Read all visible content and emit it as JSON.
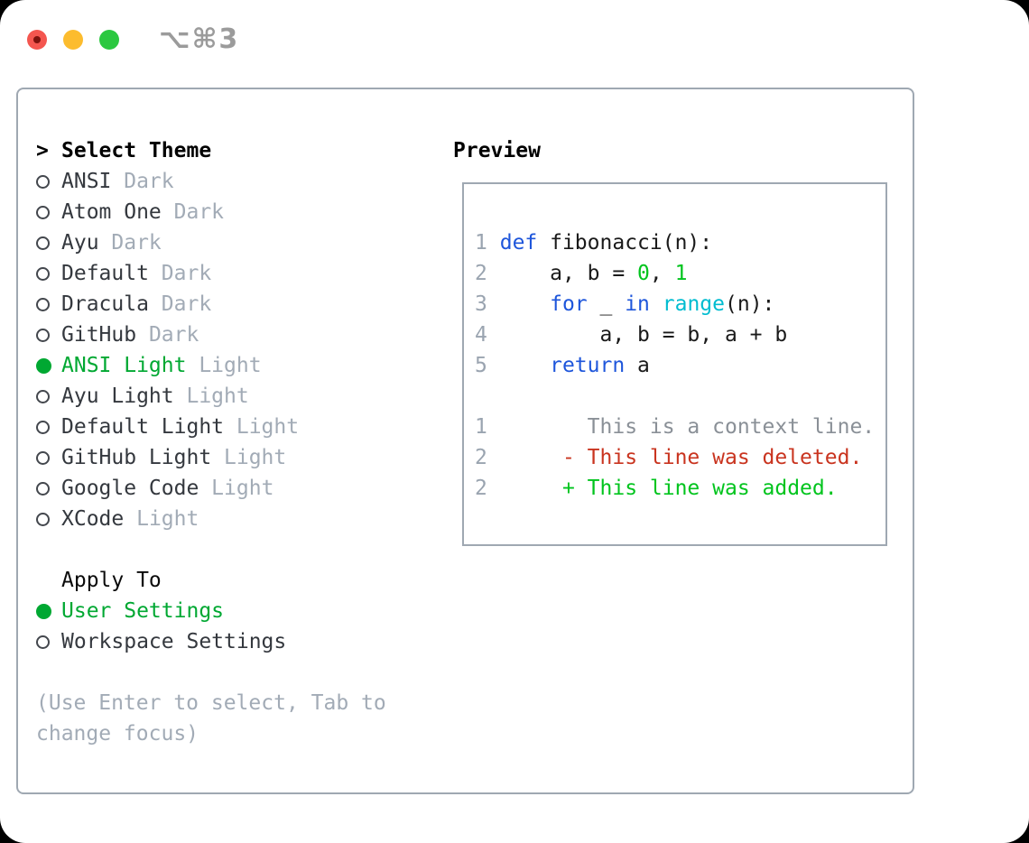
{
  "titlebar": {
    "shortcut": "⌥⌘3",
    "colors": {
      "close": "#f4564f",
      "close_dot": "#7d120d",
      "minimize": "#fcbc2e",
      "zoom": "#2bc840"
    }
  },
  "theme_panel": {
    "prompt": ">",
    "title": "Select Theme",
    "selected_color": "#00a832",
    "themes": [
      {
        "name": "ANSI",
        "variant": "Dark",
        "selected": false
      },
      {
        "name": "Atom One",
        "variant": "Dark",
        "selected": false
      },
      {
        "name": "Ayu",
        "variant": "Dark",
        "selected": false
      },
      {
        "name": "Default",
        "variant": "Dark",
        "selected": false
      },
      {
        "name": "Dracula",
        "variant": "Dark",
        "selected": false
      },
      {
        "name": "GitHub",
        "variant": "Dark",
        "selected": false
      },
      {
        "name": "ANSI Light",
        "variant": "Light",
        "selected": true
      },
      {
        "name": "Ayu Light",
        "variant": "Light",
        "selected": false
      },
      {
        "name": "Default Light",
        "variant": "Light",
        "selected": false
      },
      {
        "name": "GitHub Light",
        "variant": "Light",
        "selected": false
      },
      {
        "name": "Google Code",
        "variant": "Light",
        "selected": false
      },
      {
        "name": "XCode",
        "variant": "Light",
        "selected": false
      }
    ],
    "apply_to": {
      "title": "Apply To",
      "options": [
        {
          "label": "User Settings",
          "selected": true
        },
        {
          "label": "Workspace Settings",
          "selected": false
        }
      ]
    },
    "help": "(Use Enter to select, Tab to change focus)"
  },
  "preview_panel": {
    "title": "Preview",
    "syntax_colors": {
      "keyword": "#1e56db",
      "builtin": "#00bcd0",
      "number": "#00c41d",
      "foreground": "#1a1a1a",
      "line_number": "#9aa4b0",
      "diff_context": "#8a9097",
      "diff_deleted": "#c9341f",
      "diff_added": "#00c41d"
    },
    "code_lines": [
      {
        "num": "1",
        "segments": [
          {
            "text": "def",
            "color": "keyword"
          },
          {
            "text": " fibonacci(n):",
            "color": "fg"
          }
        ]
      },
      {
        "num": "2",
        "segments": [
          {
            "text": "    a, b = ",
            "color": "fg"
          },
          {
            "text": "0",
            "color": "number"
          },
          {
            "text": ", ",
            "color": "fg"
          },
          {
            "text": "1",
            "color": "number"
          }
        ]
      },
      {
        "num": "3",
        "segments": [
          {
            "text": "    ",
            "color": "fg"
          },
          {
            "text": "for",
            "color": "keyword"
          },
          {
            "text": " _ ",
            "color": "fg"
          },
          {
            "text": "in",
            "color": "keyword"
          },
          {
            "text": " ",
            "color": "fg"
          },
          {
            "text": "range",
            "color": "builtin"
          },
          {
            "text": "(n):",
            "color": "fg"
          }
        ]
      },
      {
        "num": "4",
        "segments": [
          {
            "text": "        a, b = b, a + b",
            "color": "fg"
          }
        ]
      },
      {
        "num": "5",
        "segments": [
          {
            "text": "    ",
            "color": "fg"
          },
          {
            "text": "return",
            "color": "keyword"
          },
          {
            "text": " a",
            "color": "fg"
          }
        ]
      }
    ],
    "diff_lines": [
      {
        "num": "1",
        "segments": [
          {
            "text": "       This is a context line.",
            "color": "context"
          }
        ]
      },
      {
        "num": "2",
        "segments": [
          {
            "text": "     - This line was deleted.",
            "color": "deleted"
          }
        ]
      },
      {
        "num": "2",
        "segments": [
          {
            "text": "     + This line was added.",
            "color": "added"
          }
        ]
      }
    ]
  }
}
